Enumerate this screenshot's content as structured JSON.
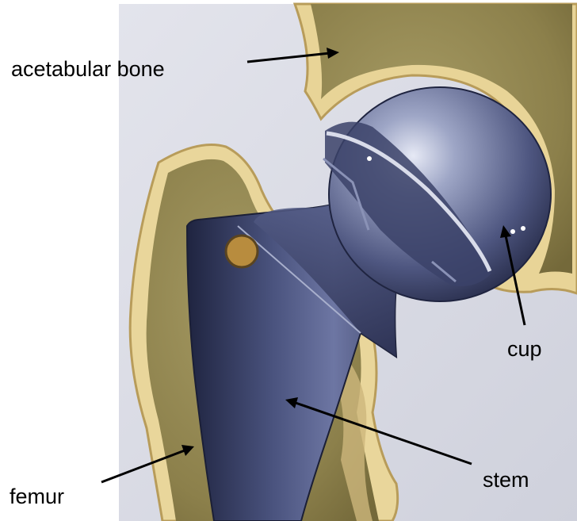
{
  "labels": {
    "acetabular": "acetabular bone",
    "cup": "cup",
    "stem": "stem",
    "femur": "femur"
  },
  "colors": {
    "bone": "#e6d296",
    "bone_edge": "#b59b5e",
    "marrow": "#8f8552",
    "implant_dark": "#2d3354",
    "implant_mid": "#59628c",
    "implant_light": "#c7ccdf",
    "background": "#d7d9e3",
    "arrow": "#000000"
  }
}
